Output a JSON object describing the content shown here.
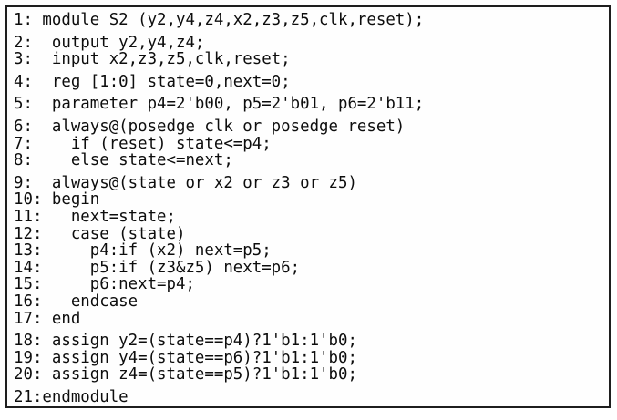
{
  "colors": {
    "border": "#1e1e1e",
    "text": "#0d0d0d",
    "background": "#ffffff"
  },
  "code_listing": {
    "blocks": [
      [
        {
          "n": "1:",
          "code": "module S2 (y2,y4,z4,x2,z3,z5,clk,reset);"
        }
      ],
      [
        {
          "n": "2:",
          "code": " output y2,y4,z4;"
        },
        {
          "n": "3:",
          "code": " input x2,z3,z5,clk,reset;"
        }
      ],
      [
        {
          "n": "4:",
          "code": " reg [1:0] state=0,next=0;"
        }
      ],
      [
        {
          "n": "5:",
          "code": " parameter p4=2'b00, p5=2'b01, p6=2'b11;"
        }
      ],
      [
        {
          "n": "6:",
          "code": " always@(posedge clk or posedge reset)"
        },
        {
          "n": "7:",
          "code": "   if (reset) state<=p4;"
        },
        {
          "n": "8:",
          "code": "   else state<=next;"
        }
      ],
      [
        {
          "n": "9:",
          "code": " always@(state or x2 or z3 or z5)"
        },
        {
          "n": "10:",
          "code": " begin"
        },
        {
          "n": "11:",
          "code": "   next=state;"
        },
        {
          "n": "12:",
          "code": "   case (state)"
        },
        {
          "n": "13:",
          "code": "     p4:if (x2) next=p5;"
        },
        {
          "n": "14:",
          "code": "     p5:if (z3&z5) next=p6;"
        },
        {
          "n": "15:",
          "code": "     p6:next=p4;"
        },
        {
          "n": "16:",
          "code": "   endcase"
        },
        {
          "n": "17:",
          "code": " end"
        }
      ],
      [
        {
          "n": "18:",
          "code": " assign y2=(state==p4)?1'b1:1'b0;"
        },
        {
          "n": "19:",
          "code": " assign y4=(state==p6)?1'b1:1'b0;"
        },
        {
          "n": "20:",
          "code": " assign z4=(state==p5)?1'b1:1'b0;"
        }
      ],
      [
        {
          "n": "21:",
          "code": "endmodule"
        }
      ]
    ]
  }
}
